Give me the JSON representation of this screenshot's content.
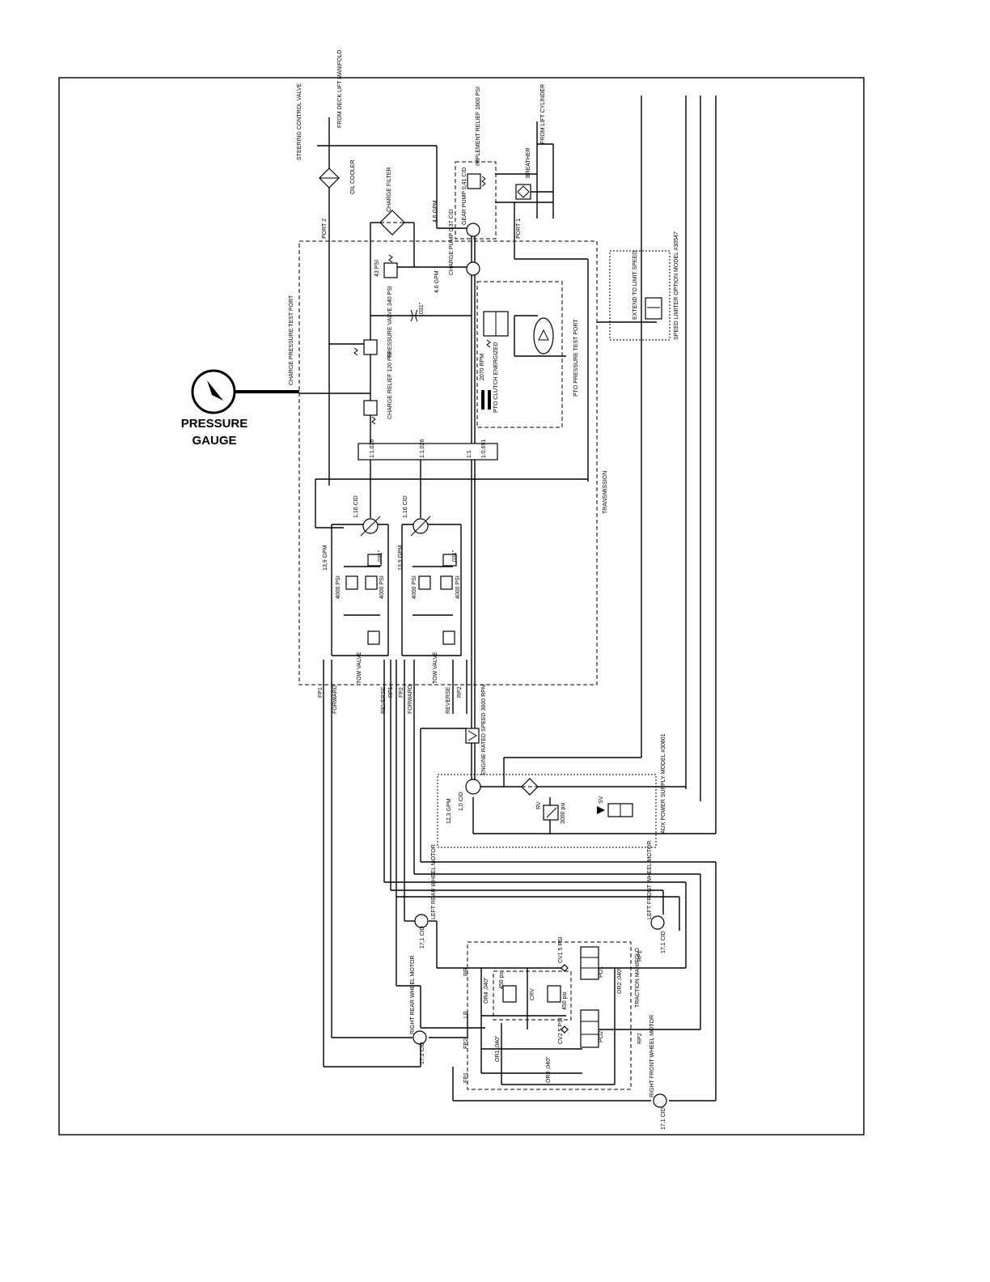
{
  "gauge": {
    "line1": "PRESSURE",
    "line2": "GAUGE"
  },
  "labels": {
    "from_deck_lift": "FROM DECK LIFT MANIFOLD",
    "steering_control": "STEERING CONTROL VALVE",
    "oil_cooler": "OIL COOLER",
    "implement_relief": "IMPLEMENT RELIEF 1800 PSI",
    "from_lift": "FROM LIFT CYLINDER",
    "breather": "BREATHER",
    "charge_filter": "CHARGE FILTER",
    "gear_pump": "GEAR PUMP 0,41 CID",
    "gpm_46_top": "4,6 GPM",
    "port2": "PORT 2",
    "port1": "PORT 1",
    "psi43": "43 PSI",
    "charge_pump": "CHARGE PUMP 0,37 CID",
    "gpm_46_mid": "4,6 GPM",
    "orifice_031a": ",031\"",
    "pressure_valve": "PRESSURE VALVE 340 PSI",
    "charge_relief": "CHARGE RELIEF 120 PSI",
    "charge_test_port": "CHARGE PRESSURE TEST PORT",
    "rpm2070": "2070 RPM",
    "pto_clutch": "PTO CLUTCH ENERGIZED",
    "pto_test_port": "PTO PRESSURE TEST PORT",
    "extend_limit": "EXTEND TO LIMIT SPEED",
    "speed_limiter": "SPEED LIMITER OPTION MODEL #30547",
    "ratio1": "1:1,026",
    "ratio2": "1:1,026",
    "ratio3": "1:1",
    "ratio4": "1:0,691",
    "transmission": "TRANSMISSION",
    "cid_116_a": "1,16 CID",
    "cid_116_b": "1,16 CID",
    "gpm_139_a": "13,9 GPM",
    "gpm_139_b": "13,9 GPM",
    "orifice_031b": ",031\"",
    "orifice_031c": ",031\"",
    "psi4000_a": "4000 PSI",
    "psi4000_b": "4000 PSI",
    "psi4000_c": "4000 PSI",
    "psi4000_d": "4000 PSI",
    "tow_valve_a": "TOW VALVE",
    "tow_valve_b": "TOW VALVE",
    "fp1": "FP1",
    "forward_a": "FORWARD",
    "reverse_a": "REVERSE",
    "rp1_a": "RP1",
    "fp2": "FP2",
    "forward_b": "FORWARD",
    "reverse_b": "REVERSE",
    "rp2_a": "RP2",
    "engine_speed": "ENGINE RATED SPEED 3600 RPM",
    "gpm_123": "12,3 GPM",
    "cid_10": "1,0 CID",
    "rv": "RV",
    "psi3000": "3000 psi",
    "sv": "SV",
    "aux_power": "AUX POWER SUPPLY MODEL #30801",
    "left_rear": "LEFT REAR WHEEL MOTOR",
    "cid_171_a": "17,1 CID",
    "left_front": "LEFT FRONT WHEEL MOTOR",
    "cid_171_b": "17,1 CID",
    "right_rear": "RIGHT REAR WHEEL MOTOR",
    "cid_171_c": "17,1 CID",
    "right_front": "RIGHT FRONT WHEEL MOTOR",
    "cid_171_d": "17,1 CID",
    "rr": "RR",
    "lr": "LR",
    "fp2_m": "FP2",
    "fp1_m": "FP1",
    "or4": "OR4 ,040\"",
    "or1": "OR1 ,040\"",
    "or3": "OR3 ,040\"",
    "or2": "OR2 ,040\"",
    "psi450a": "450 psi",
    "psi450b": "450 psi",
    "crv": "CRV",
    "cv1": "CV1 5 PSI",
    "cv2": "CV2 5 PSI",
    "po1": "PO1",
    "po2": "PO2",
    "rp1_m": "RP1",
    "rp2_m": "RP2",
    "traction_manifold": "TRACTION MANIFOLD"
  }
}
